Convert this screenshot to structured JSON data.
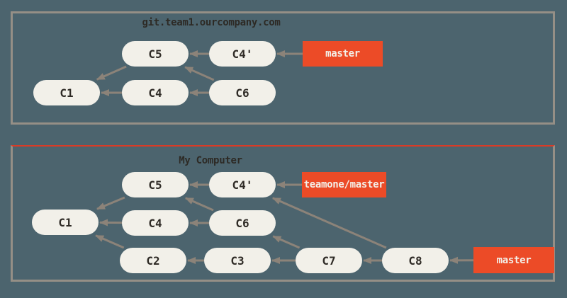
{
  "colors": {
    "background": "#4c646e",
    "box_border": "#958f86",
    "node_fill": "#f2f0e9",
    "node_text": "#2f2b26",
    "ref_fill": "#ec4b27",
    "ref_text": "#f3f0e9",
    "edge": "#8c8379",
    "title_text": "#2d2a25",
    "local_box_top_line": "#da3b26"
  },
  "boxes": [
    {
      "id": "remote",
      "title": "git.team1.ourcompany.com",
      "commits": [
        {
          "id": "C5",
          "label": "C5"
        },
        {
          "id": "C4p",
          "label": "C4'"
        },
        {
          "id": "C1",
          "label": "C1"
        },
        {
          "id": "C4",
          "label": "C4"
        },
        {
          "id": "C6",
          "label": "C6"
        }
      ],
      "refs": [
        {
          "id": "master",
          "label": "master"
        }
      ],
      "edges": [
        {
          "from": "C5",
          "to": "C1"
        },
        {
          "from": "C4",
          "to": "C1"
        },
        {
          "from": "C4p",
          "to": "C5"
        },
        {
          "from": "C6",
          "to": "C5"
        },
        {
          "from": "C6",
          "to": "C4"
        },
        {
          "from": "master",
          "to": "C4p"
        }
      ]
    },
    {
      "id": "local",
      "title": "My Computer",
      "commits": [
        {
          "id": "C5",
          "label": "C5"
        },
        {
          "id": "C4p",
          "label": "C4'"
        },
        {
          "id": "C1",
          "label": "C1"
        },
        {
          "id": "C4",
          "label": "C4"
        },
        {
          "id": "C6",
          "label": "C6"
        },
        {
          "id": "C2",
          "label": "C2"
        },
        {
          "id": "C3",
          "label": "C3"
        },
        {
          "id": "C7",
          "label": "C7"
        },
        {
          "id": "C8",
          "label": "C8"
        }
      ],
      "refs": [
        {
          "id": "teamone",
          "label": "teamone/master"
        },
        {
          "id": "master",
          "label": "master"
        }
      ],
      "edges": [
        {
          "from": "C5",
          "to": "C1"
        },
        {
          "from": "C4",
          "to": "C1"
        },
        {
          "from": "C2",
          "to": "C1"
        },
        {
          "from": "C4p",
          "to": "C5"
        },
        {
          "from": "C6",
          "to": "C5"
        },
        {
          "from": "C6",
          "to": "C4"
        },
        {
          "from": "C3",
          "to": "C2"
        },
        {
          "from": "C7",
          "to": "C3"
        },
        {
          "from": "C7",
          "to": "C6"
        },
        {
          "from": "C8",
          "to": "C7"
        },
        {
          "from": "C8",
          "to": "C4p"
        },
        {
          "from": "master",
          "to": "C8"
        },
        {
          "from": "teamone",
          "to": "C4p"
        }
      ]
    }
  ]
}
